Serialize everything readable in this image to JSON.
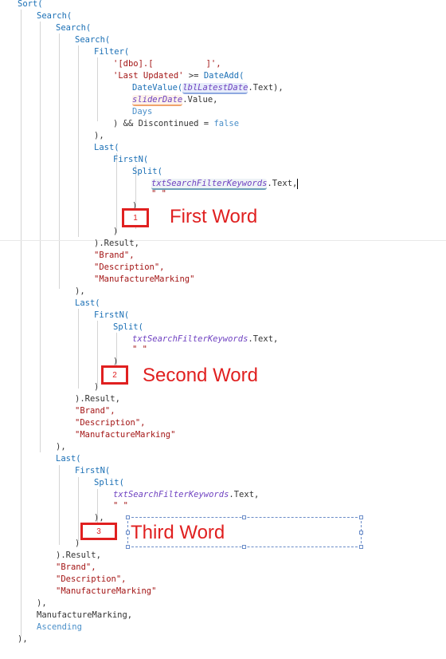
{
  "code": {
    "sort": "Sort(",
    "search": "Search(",
    "filter": "Filter(",
    "table_open": "'[dbo].[",
    "table_close": "]',",
    "last_updated": "'Last Updated'",
    "gte": " >= ",
    "dateadd": "DateAdd(",
    "datevalue": "DateValue(",
    "lbl_latest_date": "lblLatestDate",
    "text_close_comma": ".Text),",
    "slider_date": "sliderDate",
    "value_comma": ".Value,",
    "days": "Days",
    "and_discontinued": ") && Discontinued = ",
    "false": "false",
    "close_paren_comma": "),",
    "close_paren": ")",
    "last": "Last(",
    "firstn": "FirstN(",
    "split": "Split(",
    "txt_keywords": "txtSearchFilterKeywords",
    "text_comma": ".Text,",
    "space_str": "\" \"",
    "result_comma": ").Result,",
    "brand": "\"Brand\",",
    "description": "\"Description\",",
    "manufacture_marking_str": "\"ManufactureMarking\"",
    "manufacture_marking": "ManufactureMarking,",
    "ascending": "Ascending"
  },
  "annotations": [
    {
      "number": "1",
      "label": "First Word"
    },
    {
      "number": "2",
      "label": "Second Word"
    },
    {
      "number": "3",
      "label": "Third Word"
    }
  ]
}
